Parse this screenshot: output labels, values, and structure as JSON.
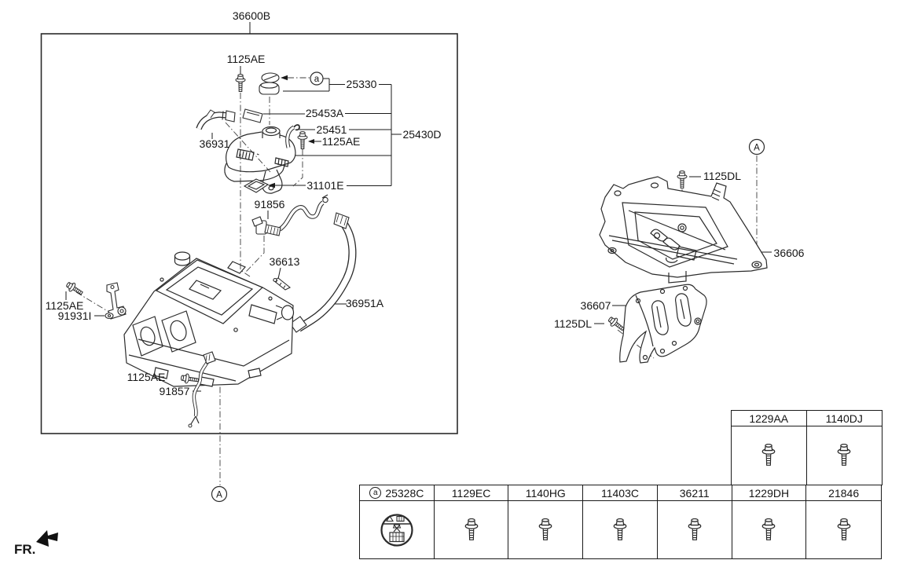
{
  "fr_label": "FR.",
  "markers": {
    "detail": "a",
    "section": "A",
    "section_ref": "A",
    "table_detail": "a"
  },
  "main_view": {
    "callouts": [
      {
        "text": "36600B"
      },
      {
        "text": "1125AE"
      },
      {
        "text": "25330"
      },
      {
        "text": "25453A"
      },
      {
        "text": "25451"
      },
      {
        "text": "1125AE"
      },
      {
        "text": "25430D"
      },
      {
        "text": "36931"
      },
      {
        "text": "31101E"
      },
      {
        "text": "91856"
      },
      {
        "text": "36613"
      },
      {
        "text": "36951A"
      },
      {
        "text": "1125AE"
      },
      {
        "text": "91931I"
      },
      {
        "text": "1125AE"
      },
      {
        "text": "91857"
      },
      {
        "text": "1125DL"
      },
      {
        "text": "36606"
      },
      {
        "text": "36607"
      },
      {
        "text": "1125DL"
      }
    ]
  },
  "parts_table": {
    "upper": [
      {
        "code": "1229AA",
        "icon": "flange-bolt"
      },
      {
        "code": "1140DJ",
        "icon": "flange-bolt"
      }
    ],
    "lower": [
      {
        "code": "25328C",
        "icon": "caution-cap-label",
        "marker": "a"
      },
      {
        "code": "1129EC",
        "icon": "flange-bolt"
      },
      {
        "code": "1140HG",
        "icon": "flange-bolt"
      },
      {
        "code": "11403C",
        "icon": "flange-bolt"
      },
      {
        "code": "36211",
        "icon": "flange-bolt"
      },
      {
        "code": "1229DH",
        "icon": "flange-bolt"
      },
      {
        "code": "21846",
        "icon": "flange-bolt"
      }
    ]
  }
}
